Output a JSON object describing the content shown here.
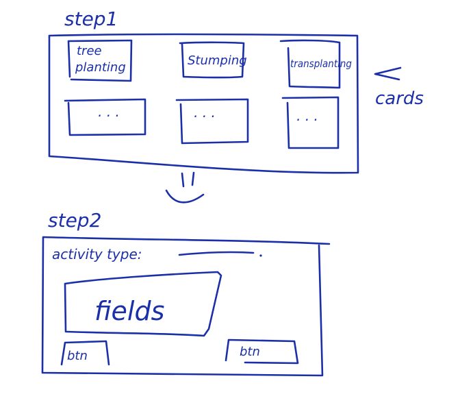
{
  "step1": {
    "title": "step1",
    "cards": [
      {
        "label_line1": "tree",
        "label_line2": "planting"
      },
      {
        "label_line1": "Stumping",
        "label_line2": ""
      },
      {
        "label_line1": "transplanting",
        "label_line2": ""
      },
      {
        "label_line1": "· · ·",
        "label_line2": ""
      },
      {
        "label_line1": "· · ·",
        "label_line2": ""
      },
      {
        "label_line1": "· · ·",
        "label_line2": ""
      }
    ],
    "annotation": "cards"
  },
  "step2": {
    "title": "step2",
    "activity_label": "activity type:",
    "activity_value_placeholder": "",
    "fields_label": "fields",
    "left_button_label": "btn",
    "right_button_label": "btn"
  },
  "colors": {
    "ink": "#1a2fa8",
    "background": "#ffffff"
  }
}
